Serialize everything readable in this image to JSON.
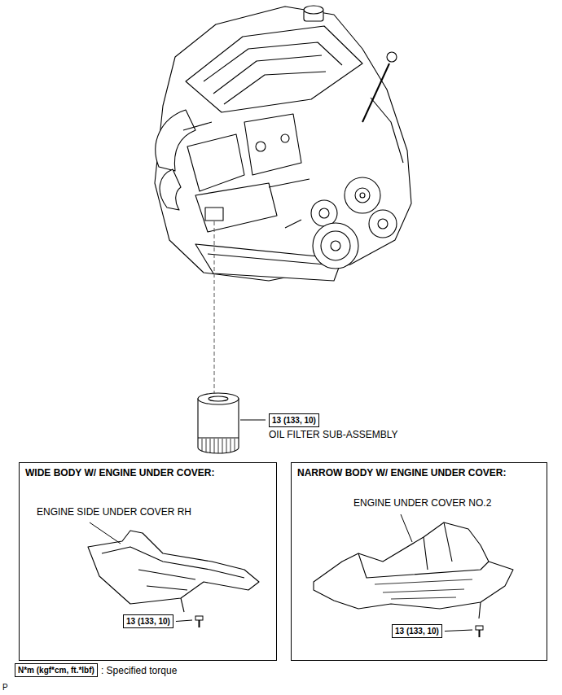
{
  "diagram": {
    "nodes": [
      {
        "text": [
          "13 (133, 10)"
        ]
      },
      {
        "text": [
          "WIDE BODY W/ ENGINE UNDER COVER:"
        ]
      },
      {
        "text": [
          "13 (133, 10)"
        ],
        "in": 1
      },
      {
        "text": [
          "NARROW BODY W/ ENGINE UNDER COVER:"
        ]
      },
      {
        "text": [
          "13 (133, 10)"
        ],
        "in": 3
      },
      {
        "text": [
          "N*m (kgf*cm, ft.*lbf)"
        ]
      }
    ],
    "labels": [
      "OIL FILTER SUB-ASSEMBLY",
      "ENGINE SIDE UNDER COVER RH",
      "ENGINE UNDER COVER NO.2",
      ": Specified torque",
      "P"
    ]
  }
}
